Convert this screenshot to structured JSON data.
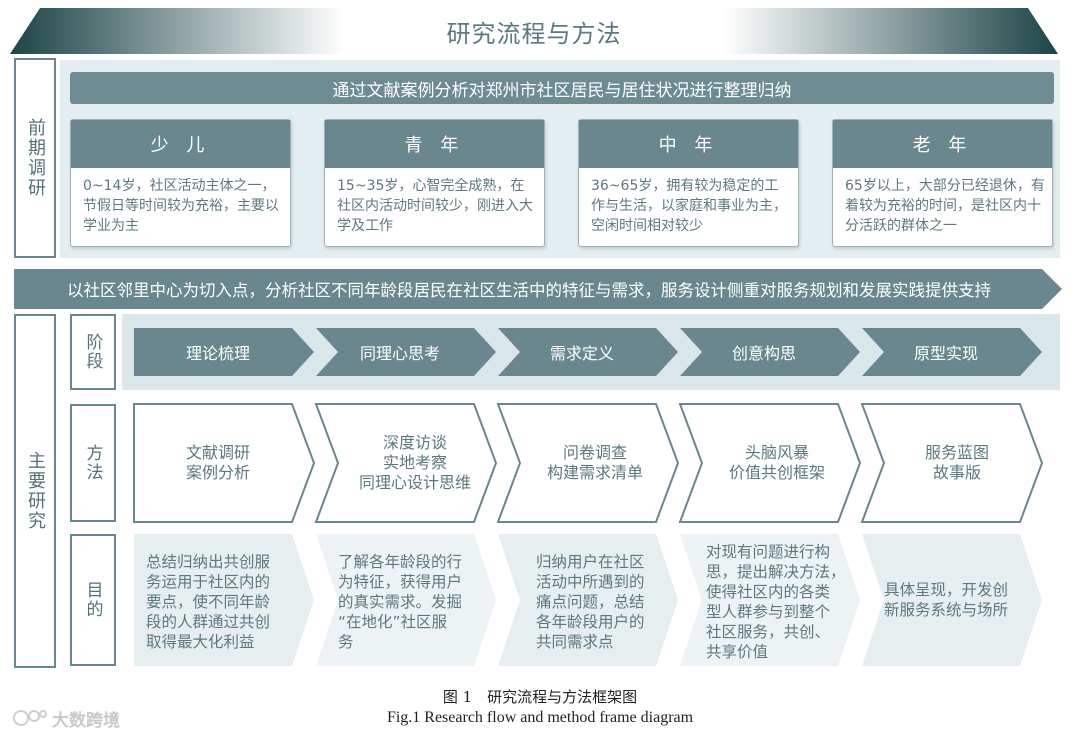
{
  "title": "研究流程与方法",
  "left_labels": {
    "pre": "前期调研",
    "main": "主要研究"
  },
  "survey": {
    "header": "通过文献案例分析对郑州市社区居民与居住状况进行整理归纳",
    "groups": [
      {
        "name": "少 儿",
        "desc": "0~14岁，社区活动主体之一，节假日等时间较为充裕，主要以学业为主"
      },
      {
        "name": "青 年",
        "desc": "15~35岁，心智完全成熟，在社区内活动时间较少，刚进入大学及工作"
      },
      {
        "name": "中 年",
        "desc": "36~65岁，拥有较为稳定的工作与生活，以家庭和事业为主，空闲时间相对较少"
      },
      {
        "name": "老 年",
        "desc": "65岁以上，大部分已经退休，有着较为充裕的时间，是社区内十分活跃的群体之一"
      }
    ]
  },
  "banner_arrow": "以社区邻里中心为切入点，分析社区不同年龄段居民在社区生活中的特征与需求，服务设计侧重对服务规划和发展实践提供支持",
  "rows": {
    "stage": "阶段",
    "method": "方法",
    "purpose": "目的"
  },
  "stages": [
    "理论梳理",
    "同理心思考",
    "需求定义",
    "创意构思",
    "原型实现"
  ],
  "methods": [
    [
      "文献调研",
      "案例分析"
    ],
    [
      "深度访谈",
      "实地考察",
      "同理心设计思维"
    ],
    [
      "问卷调查",
      "构建需求清单"
    ],
    [
      "头脑风暴",
      "价值共创框架"
    ],
    [
      "服务蓝图",
      "故事版"
    ]
  ],
  "purposes": [
    [
      "总结归纳出共创服",
      "务运用于社区内的",
      "要点，使不同年龄",
      "段的人群通过共创",
      "取得最大化利益"
    ],
    [
      "了解各年龄段的行",
      "为特征，获得用户",
      "的真实需求。发掘",
      "“在地化”社区服",
      "务"
    ],
    [
      "归纳用户在社区",
      "活动中所遇到的",
      "痛点问题，总结",
      "各年龄段用户的",
      "共同需求点"
    ],
    [
      "对现有问题进行构",
      "思，提出解决方法，",
      "使得社区内的各类",
      "型人群参与到整个",
      "社区服务，共创、",
      "共享价值"
    ],
    [
      "具体呈现，开发创",
      "新服务系统与场所"
    ]
  ],
  "caption": {
    "cn": "图 1　研究流程与方法框架图",
    "en": "Fig.1 Research flow and method frame diagram"
  },
  "watermark": "大数跨境",
  "colors": {
    "dark_teal": "#1f4a4e",
    "slate": "#6a878f",
    "light_band": "#e4eef1",
    "text": "#5d7880"
  }
}
